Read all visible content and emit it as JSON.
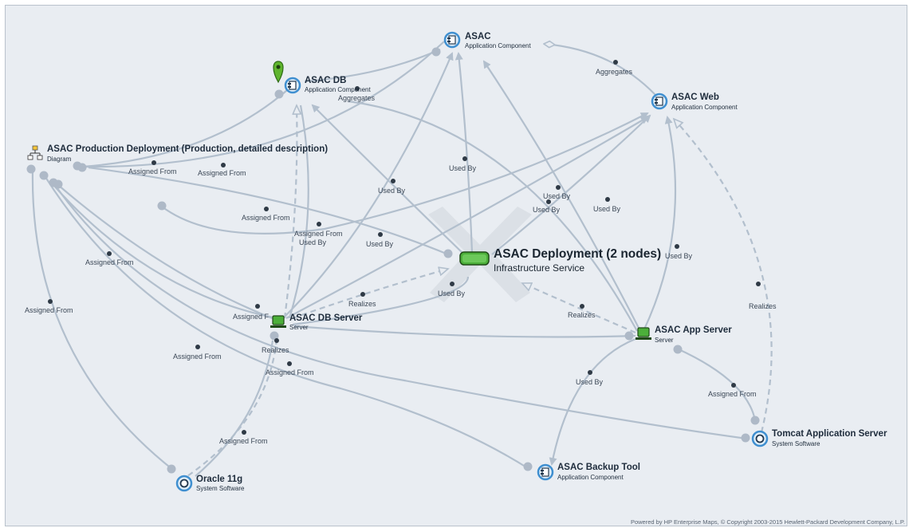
{
  "diagram": {
    "focus": {
      "name": "ASAC Deployment (2 nodes)",
      "type": "Infrastructure Service"
    },
    "nodes": {
      "asac": {
        "name": "ASAC",
        "type": "Application Component"
      },
      "asac_db": {
        "name": "ASAC DB",
        "type": "Application Component"
      },
      "asac_web": {
        "name": "ASAC Web",
        "type": "Application Component"
      },
      "prod_deploy": {
        "name": "ASAC Production Deployment (Production, detailed description)",
        "type": "Diagram"
      },
      "db_server": {
        "name": "ASAC DB Server",
        "type": "Server"
      },
      "app_server": {
        "name": "ASAC App Server",
        "type": "Server"
      },
      "tomcat": {
        "name": "Tomcat Application Server",
        "type": "System Software"
      },
      "oracle": {
        "name": "Oracle 11g",
        "type": "System Software"
      },
      "backup": {
        "name": "ASAC Backup Tool",
        "type": "Application Component"
      }
    },
    "edge_labels": {
      "aggregates_db": "Aggregates",
      "aggregates_web": "Aggregates",
      "used_by_asac": "Used By",
      "used_by_db": "Used By",
      "assigned_from_1": "Assigned From",
      "assigned_from_2": "Assigned From",
      "used_by_web_1": "Used By",
      "used_by_web_2": "Used By",
      "used_by_app": "Used By",
      "assigned_from_3": "Assigned From",
      "assigned_from_used_by_a": "Assigned From",
      "assigned_from_used_by_b": "Used By",
      "used_by_mid": "Used By",
      "used_by_right": "Used By",
      "assigned_from_4": "Assigned From",
      "assigned_from_5": "Assigned From",
      "realizes_db": "Realizes",
      "used_by_focus": "Used By",
      "assigned_f_trunc": "Assigned F",
      "realizes_app": "Realizes",
      "realizes_web": "Realizes",
      "realizes_oracle": "Realizes",
      "assigned_from_6": "Assigned From",
      "assigned_from_7": "Assigned From",
      "used_by_backup": "Used By",
      "assigned_from_tomcat": "Assigned From",
      "assigned_from_oracle": "Assigned From"
    },
    "footer": "Powered by HP Enterprise Maps, © Copyright 2003-2015 Hewlett-Packard Development Company, L.P."
  },
  "colors": {
    "edge": "#b2bfcd",
    "server_green": "#4caf3a",
    "pin_green": "#5fb52e",
    "component_blue": "#3f8fd0"
  }
}
